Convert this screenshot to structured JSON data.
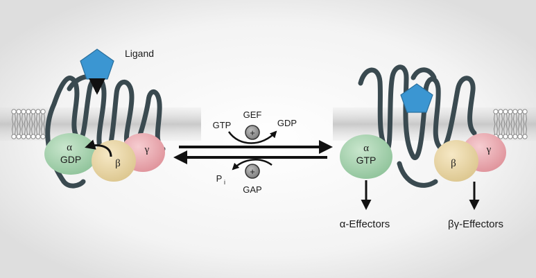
{
  "ligand_label": "Ligand",
  "left_state": {
    "alpha_symbol": "α",
    "alpha_nucleotide": "GDP",
    "beta_symbol": "β",
    "gamma_symbol": "γ"
  },
  "right_state": {
    "alpha_symbol": "α",
    "alpha_nucleotide": "GTP",
    "beta_symbol": "β",
    "gamma_symbol": "γ"
  },
  "exchange": {
    "gef_label": "GEF",
    "gtp_label": "GTP",
    "gdp_label": "GDP",
    "plus_symbol": "+",
    "gap_label": "GAP",
    "pi_label": "P",
    "pi_subscript": "i"
  },
  "effectors": {
    "alpha_effectors": "α-Effectors",
    "betagamma_effectors": "βγ-Effectors"
  },
  "colors": {
    "receptor": "#3a4a50",
    "ligand": "#3b96d2",
    "alpha_subunit": "#a9d3b0",
    "beta_subunit": "#ecd9a8",
    "gamma_subunit": "#eaa8ae",
    "membrane_band": "#c9c9c9",
    "arrow": "#111111"
  }
}
